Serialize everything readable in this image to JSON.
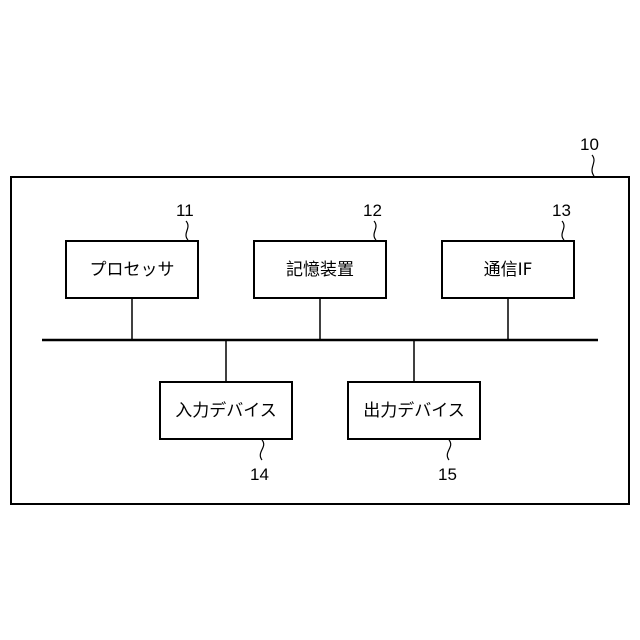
{
  "diagram": {
    "system": {
      "ref": "10"
    },
    "bus": {
      "components_above": [
        "processor",
        "storage",
        "comm_if"
      ],
      "components_below": [
        "input_device",
        "output_device"
      ]
    },
    "components": {
      "processor": {
        "label": "プロセッサ",
        "ref": "11"
      },
      "storage": {
        "label": "記憶装置",
        "ref": "12"
      },
      "comm_if": {
        "label": "通信IF",
        "ref": "13"
      },
      "input_device": {
        "label": "入力デバイス",
        "ref": "14"
      },
      "output_device": {
        "label": "出力デバイス",
        "ref": "15"
      }
    }
  }
}
